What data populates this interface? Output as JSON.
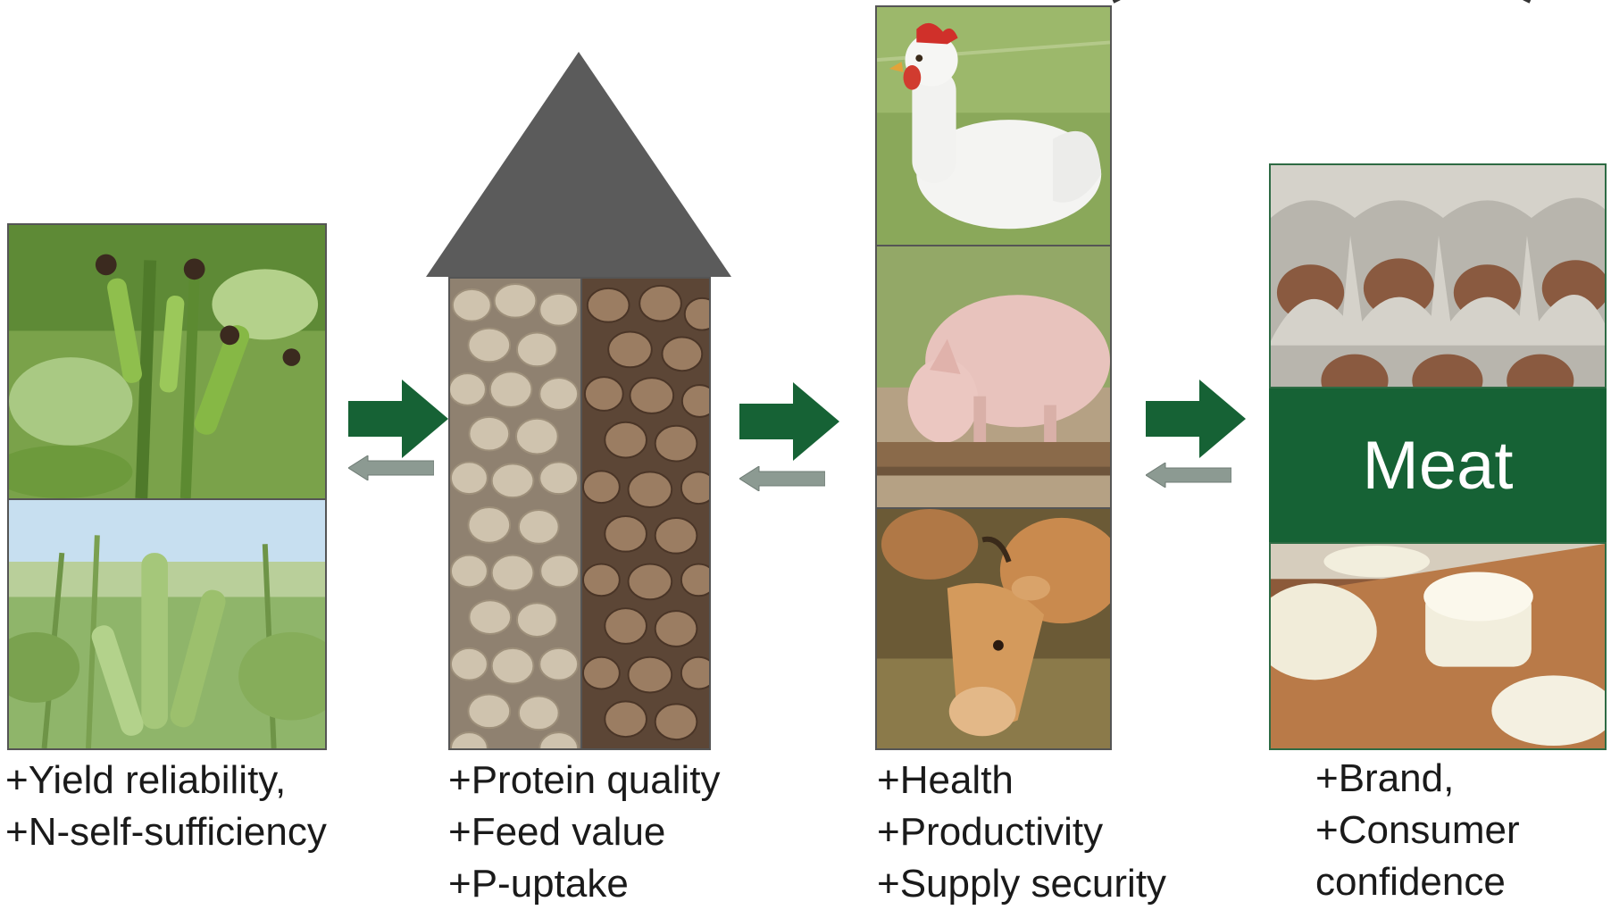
{
  "colors": {
    "arrow_green": "#166235",
    "arrow_gray": "#8c9a92",
    "silo_roof": "#5b5b5b",
    "meat_box": "#166235"
  },
  "stage1": {
    "caption": [
      "+Yield reliability,",
      "+N-self-sufficiency"
    ]
  },
  "stage2": {
    "caption": [
      "+Protein quality",
      "+Feed value",
      "+P-uptake"
    ]
  },
  "stage3": {
    "caption": [
      "+Health",
      "+Productivity",
      "+Supply security"
    ]
  },
  "stage4": {
    "label": "Meat",
    "caption": [
      "+Brand,",
      "+Consumer",
      "confidence"
    ]
  }
}
